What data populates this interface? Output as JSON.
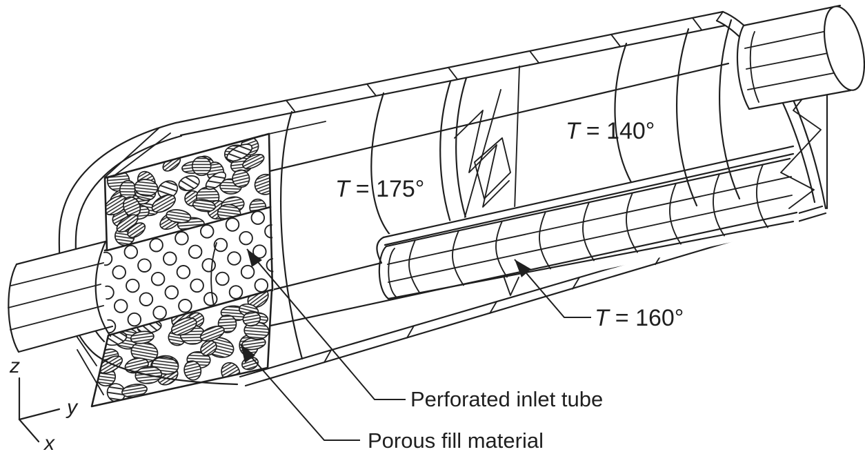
{
  "labels": {
    "t_175": {
      "symbol": "T",
      "value": "= 175°"
    },
    "t_140": {
      "symbol": "T",
      "value": "= 140°"
    },
    "t_160": {
      "symbol": "T",
      "value": "= 160°"
    },
    "perforated_inlet_tube": "Perforated inlet tube",
    "porous_fill_material": "Porous fill material"
  },
  "axes": {
    "x": "x",
    "y": "y",
    "z": "z"
  },
  "colors": {
    "line": "#1f1f1f",
    "background": "#ffffff"
  }
}
